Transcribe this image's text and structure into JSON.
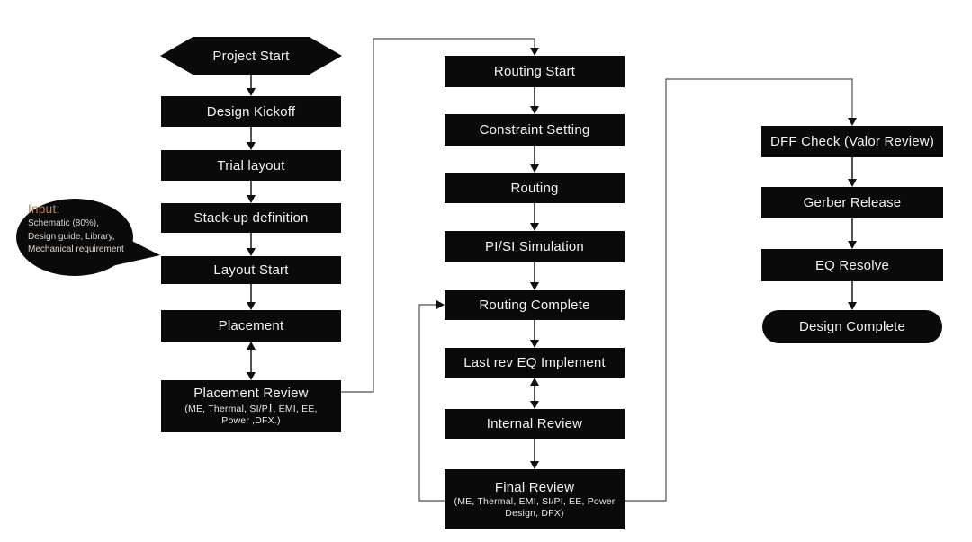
{
  "diagram": {
    "title_implied": "PCB layout design flow",
    "background": "#ffffff",
    "node_bg": "#0a0a0a",
    "node_text_color": "#f2f2f2",
    "short_arrow_color": "#2a2a2a",
    "long_connector_color": "#4f4f4f",
    "bubble_title_color": "#c08258"
  },
  "bubble": {
    "title": "Input:",
    "lines": [
      "Schematic (80%),",
      "Design guide, Library,",
      "Mechanical requirement"
    ]
  },
  "nodes": {
    "project_start": "Project Start",
    "design_kickoff": "Design Kickoff",
    "trial_layout": "Trial layout",
    "stackup_definition": "Stack-up definition",
    "layout_start": "Layout Start",
    "placement": "Placement",
    "placement_review": "Placement Review",
    "placement_review_sub_pre": "(ME, Thermal, SI/P",
    "placement_review_cursor": "I",
    "placement_review_sub_post": ", EMI, EE,",
    "placement_review_sub2": "Power ,DFX.)",
    "routing_start": "Routing Start",
    "constraint_setting": "Constraint Setting",
    "routing": "Routing",
    "pisi_simulation": "PI/SI Simulation",
    "routing_complete": "Routing Complete",
    "last_rev_eq_implement": "Last rev EQ Implement",
    "internal_review": "Internal Review",
    "final_review": "Final Review",
    "final_review_sub1": "(ME, Thermal, EMI, SI/PI, EE, Power",
    "final_review_sub2": "Design, DFX)",
    "dff_check": "DFF Check (Valor Review)",
    "gerber_release": "Gerber Release",
    "eq_resolve": "EQ Resolve",
    "design_complete": "Design Complete"
  },
  "edges": [
    {
      "from": "Project Start",
      "to": "Design Kickoff"
    },
    {
      "from": "Design Kickoff",
      "to": "Trial layout"
    },
    {
      "from": "Trial layout",
      "to": "Stack-up definition"
    },
    {
      "from": "Stack-up definition",
      "to": "Layout Start"
    },
    {
      "from": "Layout Start",
      "to": "Placement"
    },
    {
      "from": "Placement",
      "to": "Placement Review",
      "bidirectional": true
    },
    {
      "from": "Placement Review",
      "to": "Routing Start"
    },
    {
      "from": "Routing Start",
      "to": "Constraint Setting"
    },
    {
      "from": "Constraint Setting",
      "to": "Routing"
    },
    {
      "from": "Routing",
      "to": "PI/SI Simulation"
    },
    {
      "from": "PI/SI Simulation",
      "to": "Routing Complete"
    },
    {
      "from": "Routing Complete",
      "to": "Last rev EQ Implement"
    },
    {
      "from": "Last rev EQ Implement",
      "to": "Internal Review",
      "bidirectional": true
    },
    {
      "from": "Internal Review",
      "to": "Final Review"
    },
    {
      "from": "Final Review",
      "to": "Routing Complete",
      "note": "loop back"
    },
    {
      "from": "Final Review",
      "to": "DFF Check (Valor Review)"
    },
    {
      "from": "DFF Check (Valor Review)",
      "to": "Gerber Release"
    },
    {
      "from": "Gerber Release",
      "to": "EQ Resolve"
    },
    {
      "from": "EQ Resolve",
      "to": "Design Complete"
    },
    {
      "from": "Input bubble",
      "to": "Layout Start",
      "note": "callout"
    }
  ]
}
